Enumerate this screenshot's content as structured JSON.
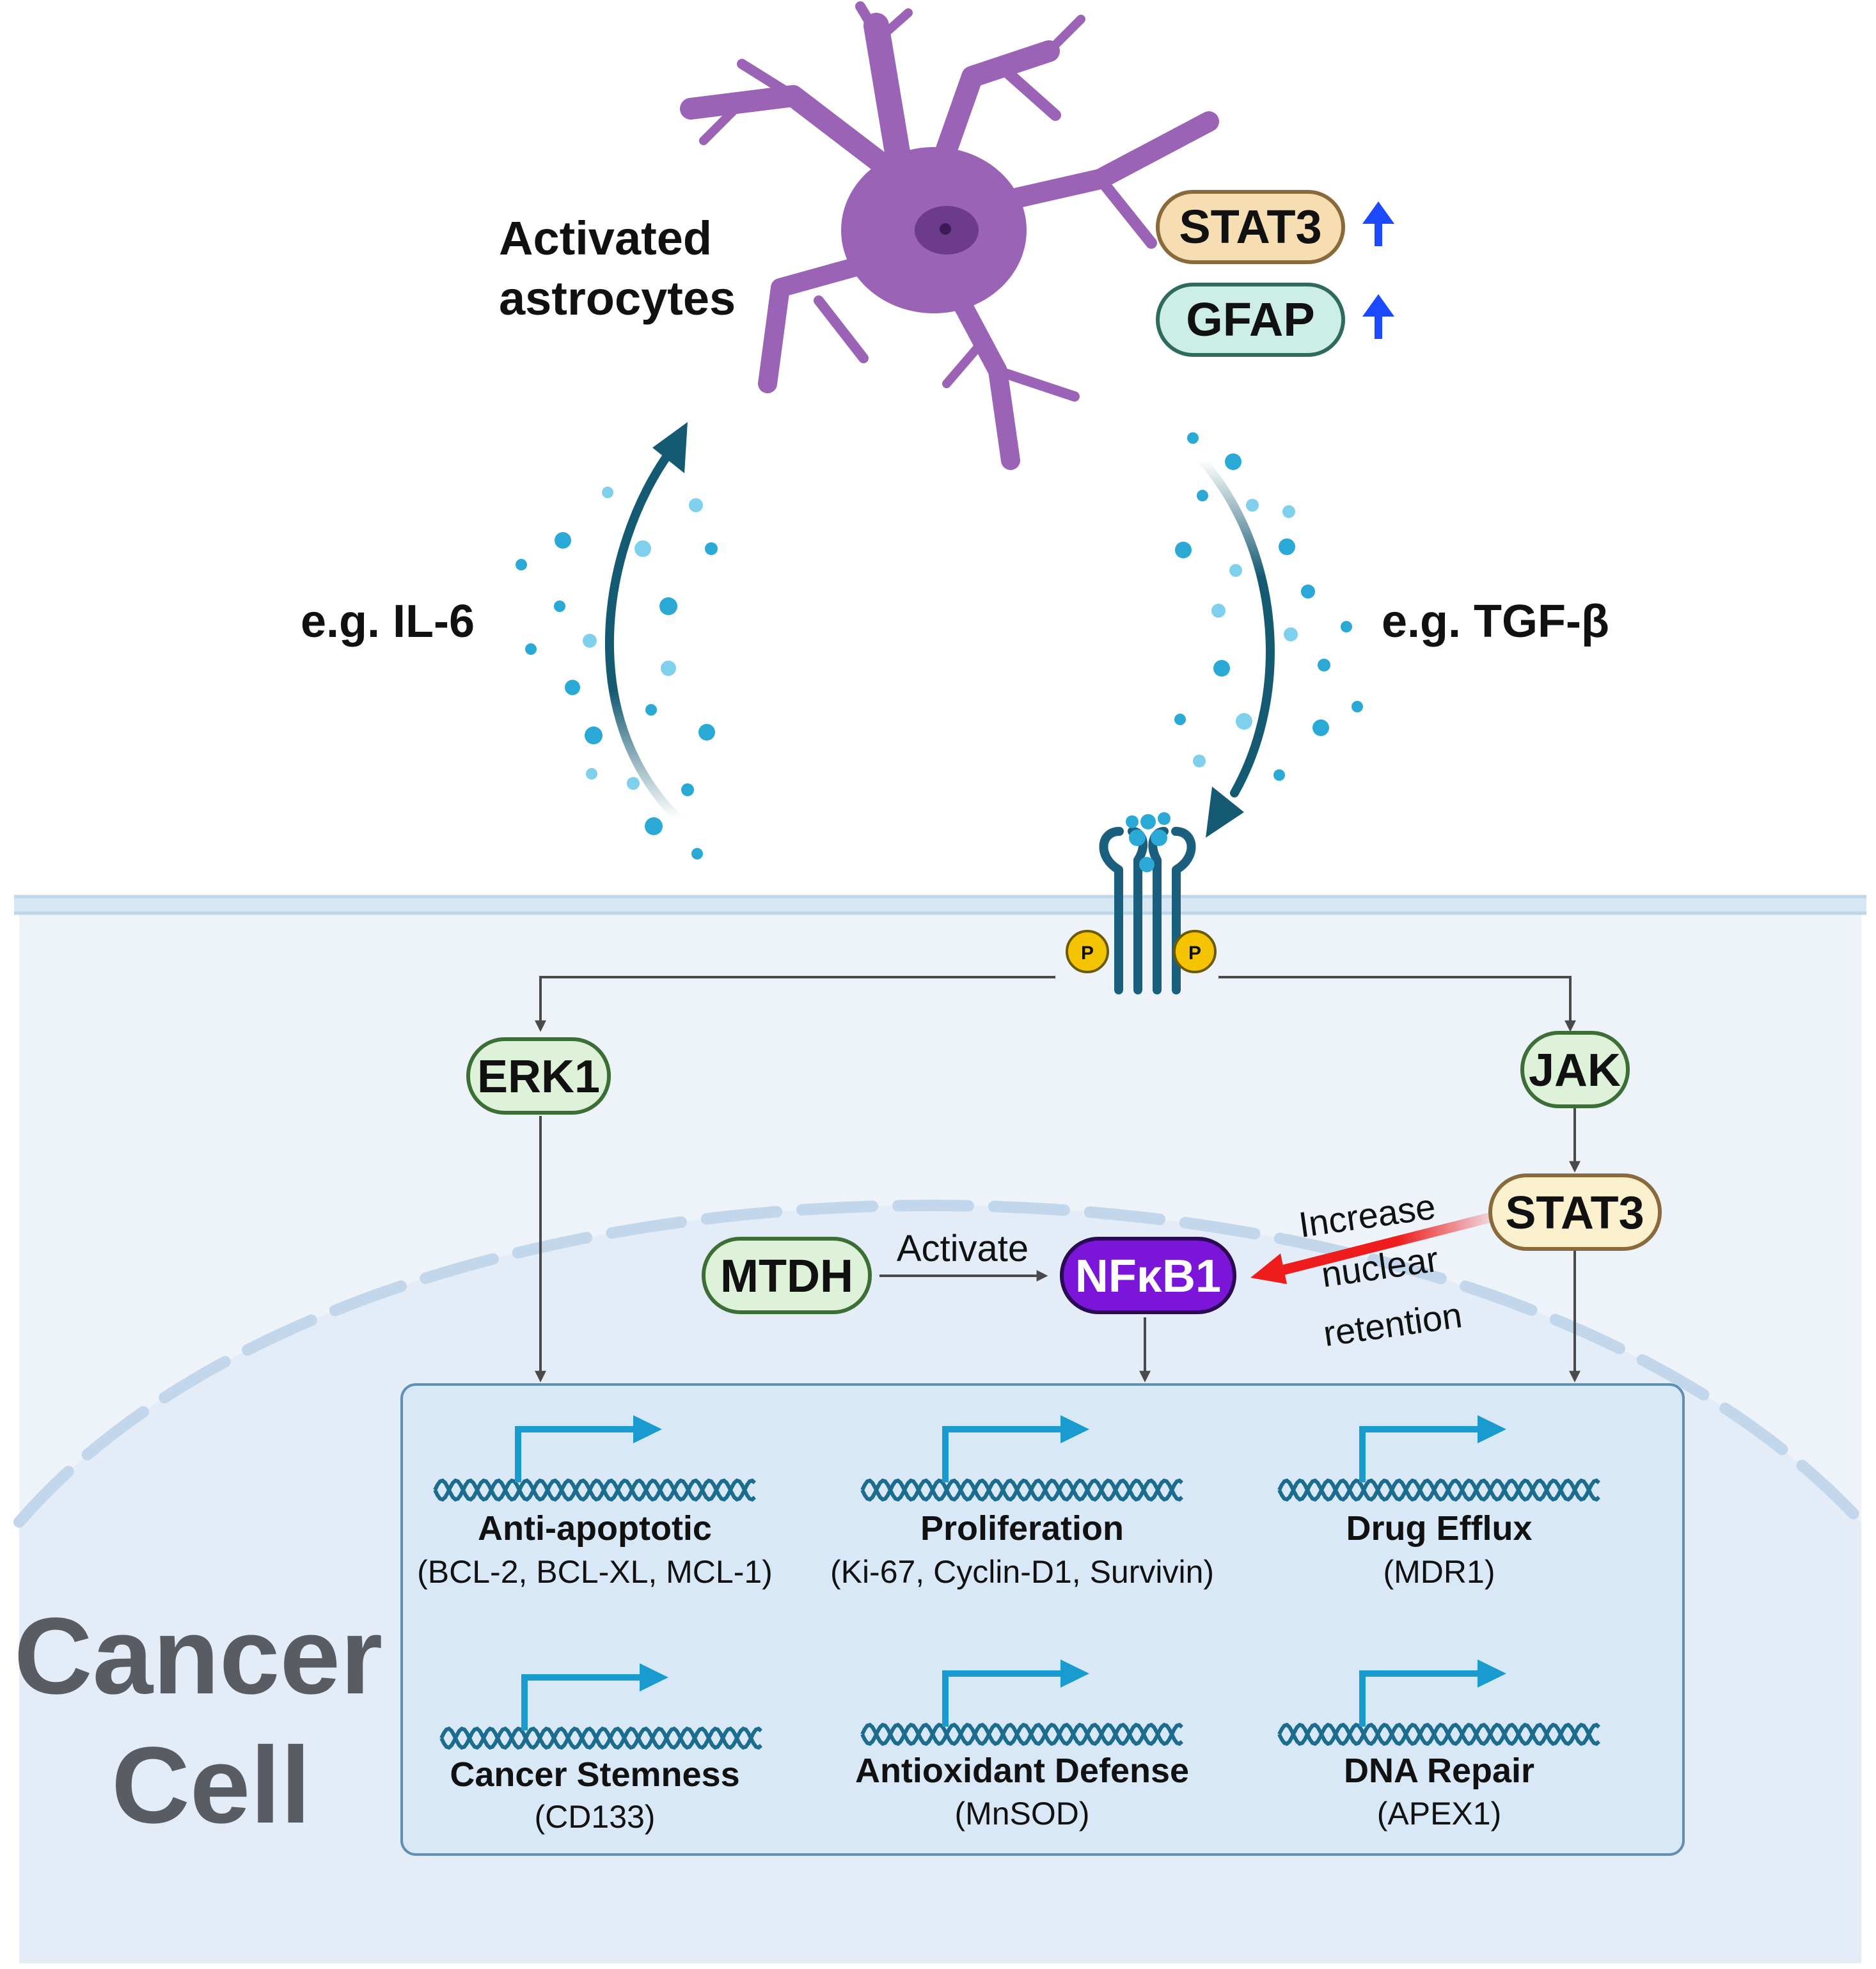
{
  "astrocyte": {
    "label_line1": "Activated",
    "label_line2": "astrocytes",
    "markers": [
      {
        "name": "STAT3",
        "trend": "up"
      },
      {
        "name": "GFAP",
        "trend": "up"
      }
    ]
  },
  "signals": {
    "left": "e.g. IL-6",
    "right": "e.g. TGF-β"
  },
  "receptor": {
    "phospho_left": "P",
    "phospho_right": "P"
  },
  "pathway": {
    "erk1": "ERK1",
    "jak": "JAK",
    "stat3": "STAT3",
    "mtdh": "MTDH",
    "nfkb1": "NFκB1",
    "activate_label": "Activate",
    "retention_line1": "Increase",
    "retention_line2": "nuclear",
    "retention_line3": "retention"
  },
  "cell_label_line1": "Cancer",
  "cell_label_line2": "Cell",
  "genes": [
    {
      "title": "Anti-apoptotic",
      "subtitle": "(BCL-2, BCL-XL, MCL-1)"
    },
    {
      "title": "Proliferation",
      "subtitle": "(Ki-67, Cyclin-D1, Survivin)"
    },
    {
      "title": "Drug Efflux",
      "subtitle": "(MDR1)"
    },
    {
      "title": "Cancer Stemness",
      "subtitle": "(CD133)"
    },
    {
      "title": "Antioxidant Defense",
      "subtitle": "(MnSOD)"
    },
    {
      "title": "DNA Repair",
      "subtitle": "(APEX1)"
    }
  ],
  "colors": {
    "astrocyte": "#9b63b6",
    "astrocyte_nucleus": "#6d3b8c",
    "cell_bg": "#eef3fa",
    "membrane": "#bcd6ea",
    "nucleus_bg": "#e4ecf8",
    "gene_box": "#d8e8f6",
    "gene_box_border": "#5f8fb5",
    "arrow_dark": "#155a73",
    "dots": "#2ba9d6",
    "stat3_fill": "#f7ddb2",
    "stat3_border": "#8a6a3a",
    "gfap_fill": "#cdeee7",
    "gfap_border": "#2f6a5e",
    "green_fill": "#def2da",
    "green_border": "#3c6f36",
    "nfkb_fill": "#7b16d8",
    "phospho_fill": "#f5c400",
    "up_arrow": "#1a49ff",
    "red_arrow": "#ee1c1c",
    "dna": "#1b6c8e",
    "gene_arrow": "#1a9bd0",
    "cell_text": "#595d63"
  }
}
